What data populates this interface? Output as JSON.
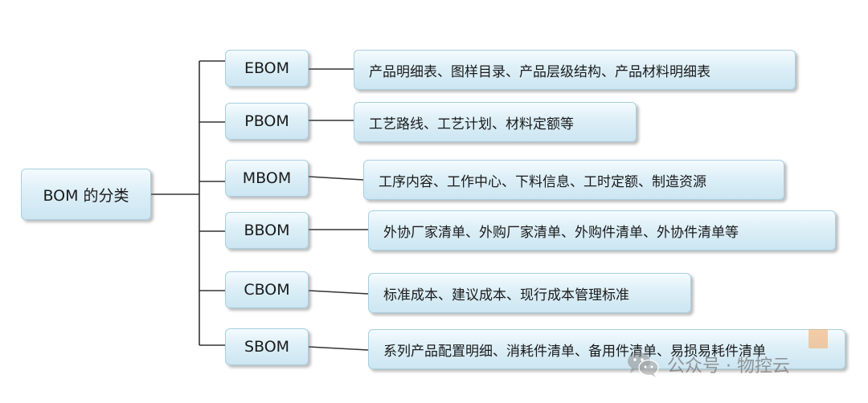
{
  "root": {
    "label": "BOM 的分类"
  },
  "categories": [
    {
      "label": "EBOM",
      "description": "产品明细表、图样目录、产品层级结构、产品材料明细表"
    },
    {
      "label": "PBOM",
      "description": "工艺路线、工艺计划、材料定额等"
    },
    {
      "label": "MBOM",
      "description": "工序内容、工作中心、下料信息、工时定额、制造资源"
    },
    {
      "label": "BBOM",
      "description": "外协厂家清单、外购厂家清单、外购件清单、外协件清单等"
    },
    {
      "label": "CBOM",
      "description": "标准成本、建议成本、现行成本管理标准"
    },
    {
      "label": "SBOM",
      "description": "系列产品配置明细、消耗件清单、备用件清单、易损易耗件清单"
    }
  ],
  "watermark": {
    "text": "公众号 · 物控云",
    "icon": "wechat-icon"
  },
  "colors": {
    "box_fill": "#ddeff7",
    "box_border": "#a8cfe0",
    "connector": "#333333"
  }
}
